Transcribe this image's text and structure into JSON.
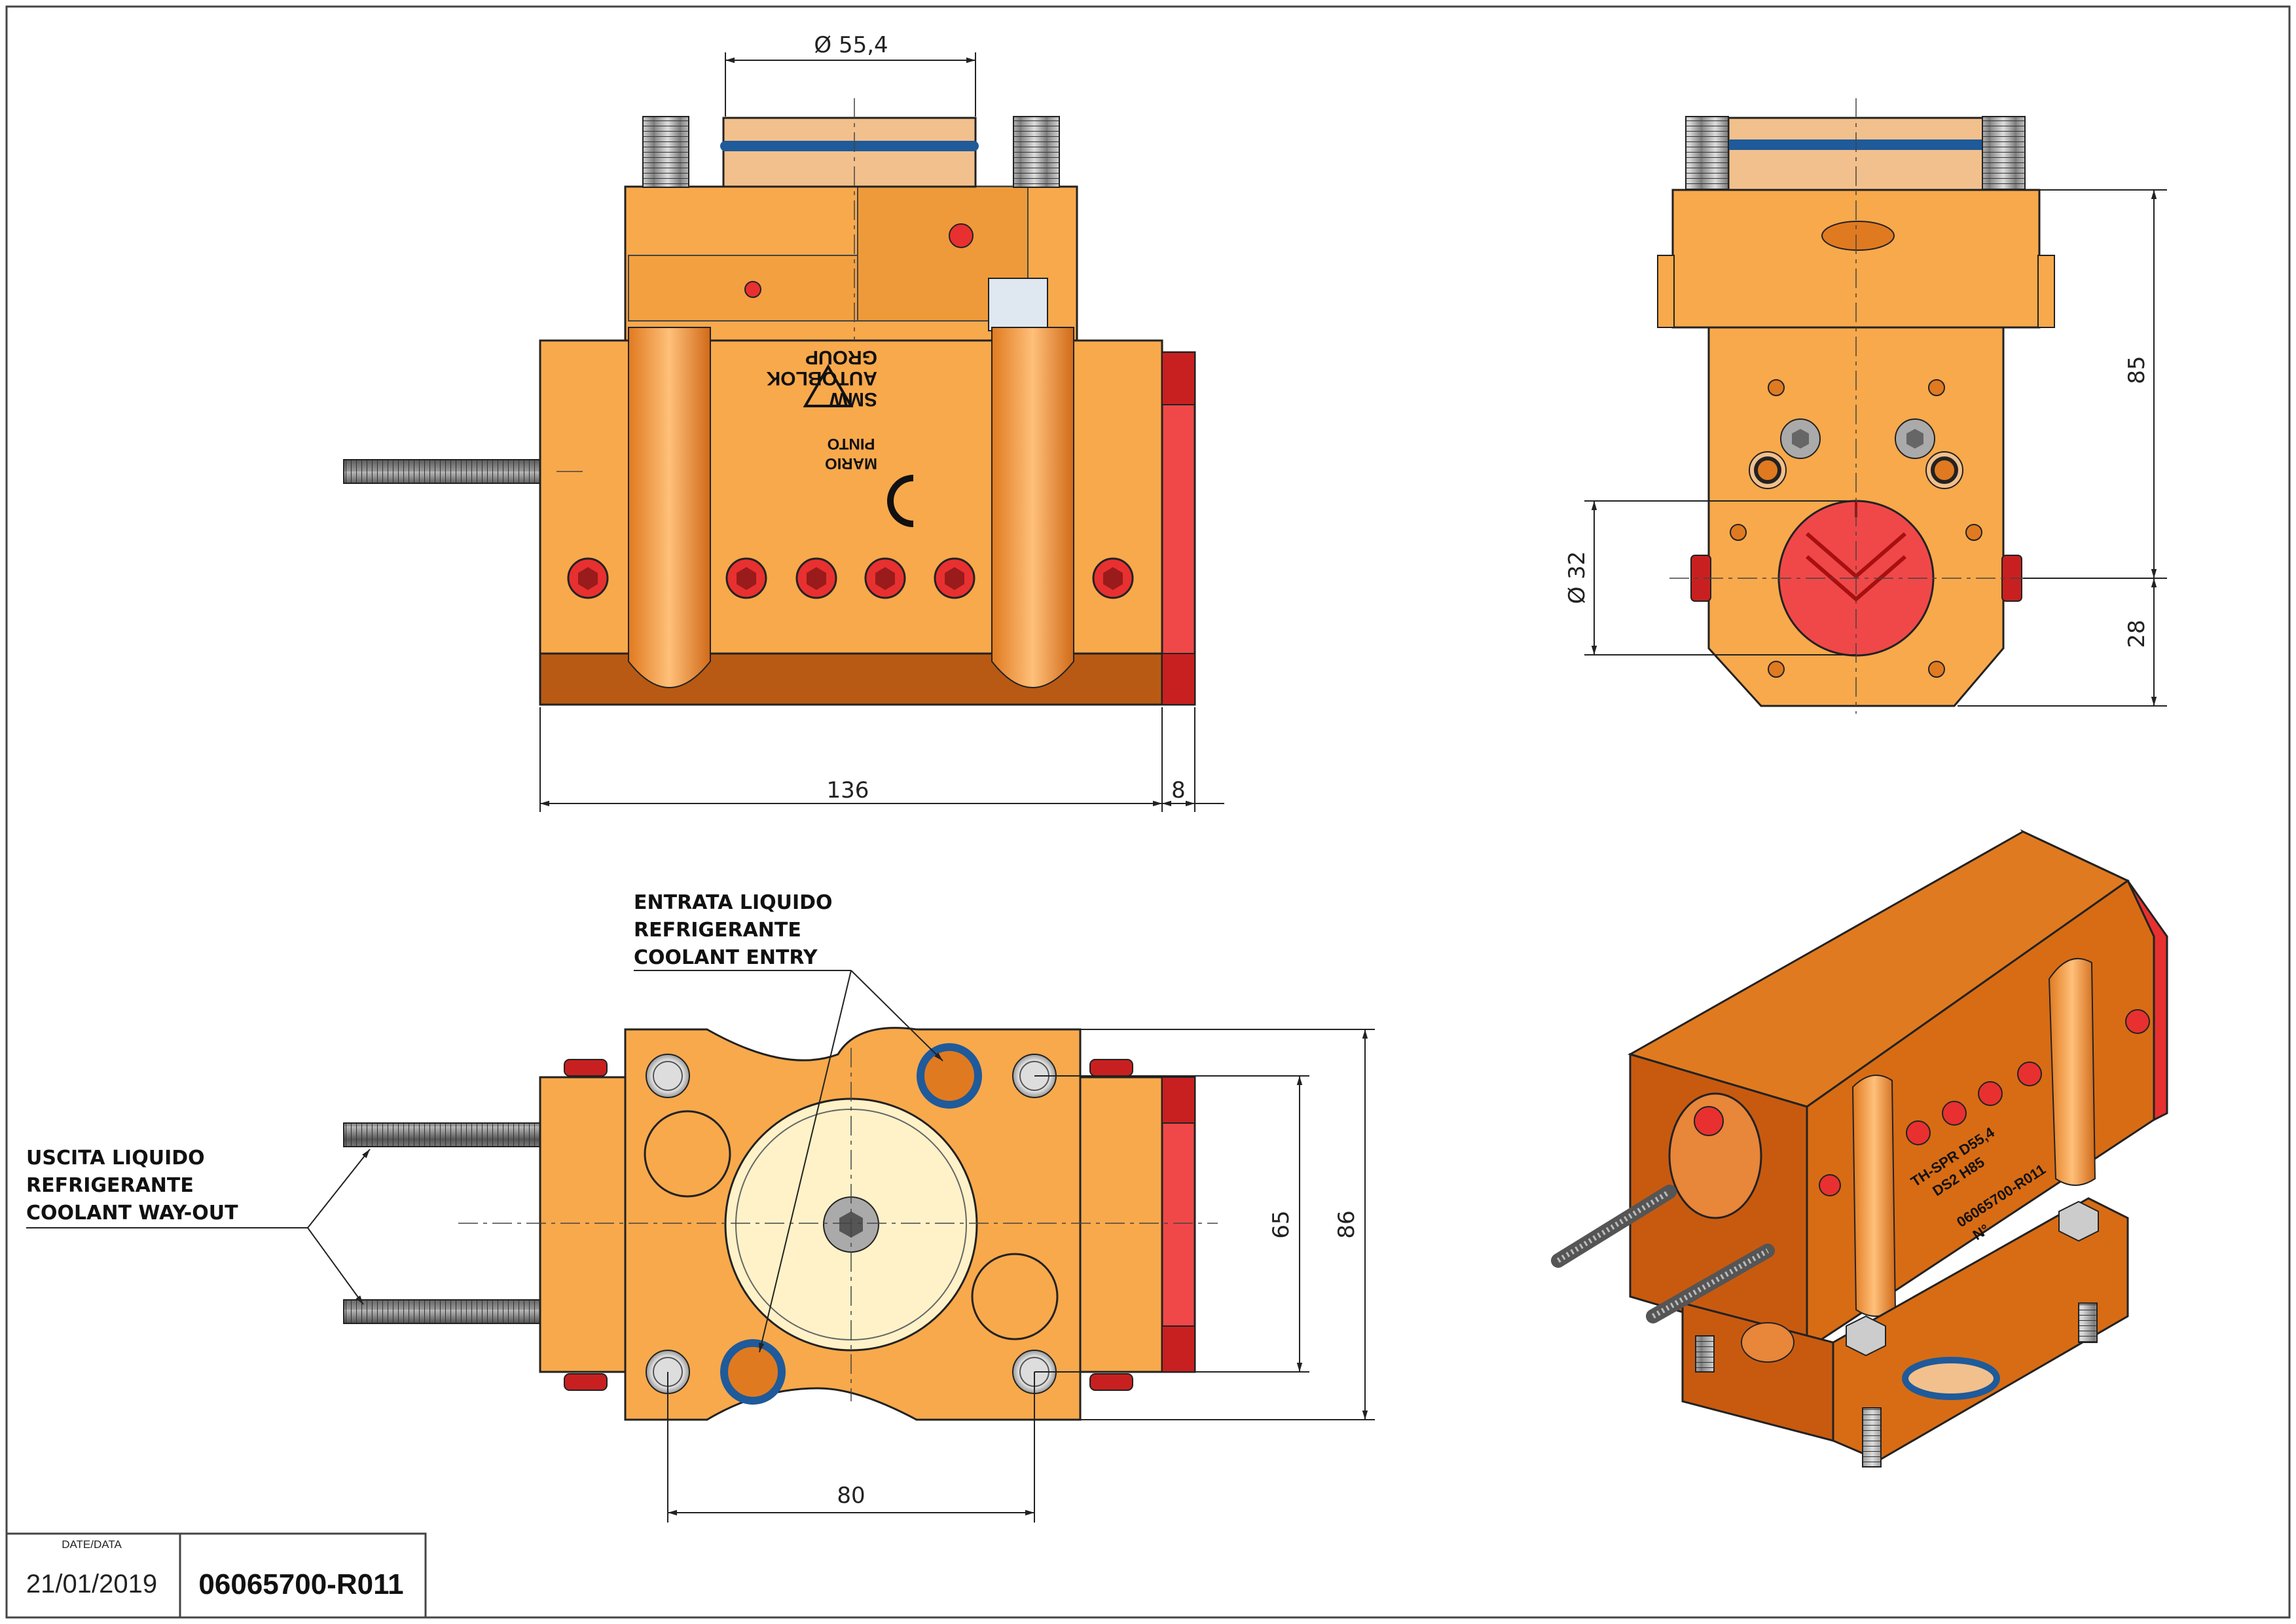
{
  "dimensions": {
    "diameter_top": "55,4",
    "width_136": "136",
    "width_8": "8",
    "height_85": "85",
    "height_28": "28",
    "diameter_32": "32",
    "width_80": "80",
    "height_65": "65",
    "height_86": "86"
  },
  "notes": {
    "coolant_entry": [
      "ENTRATA LIQUIDO",
      "REFRIGERANTE",
      "COOLANT ENTRY"
    ],
    "coolant_out": [
      "USCITA LIQUIDO",
      "REFRIGERANTE",
      "COOLANT WAY-OUT"
    ]
  },
  "logos": {
    "brand_line1": "SMW",
    "brand_line2": "AUTOBLOK",
    "brand_line3": "GROUP",
    "designer_line1": "MARIO",
    "designer_line2": "PINTO"
  },
  "iso_markings": {
    "line1": "TH-SPR D55,4",
    "line2": "DS2 H85",
    "line3": "06065700-R011",
    "line4": "N°"
  },
  "title_block": {
    "date_label": "DATE/DATA",
    "date": "21/01/2019",
    "code": "06065700-R011"
  },
  "colors": {
    "body_orange": "#F8A94C",
    "dark_orange": "#B85A14",
    "red": "#E83030",
    "blue_ring": "#1F5A9A"
  }
}
